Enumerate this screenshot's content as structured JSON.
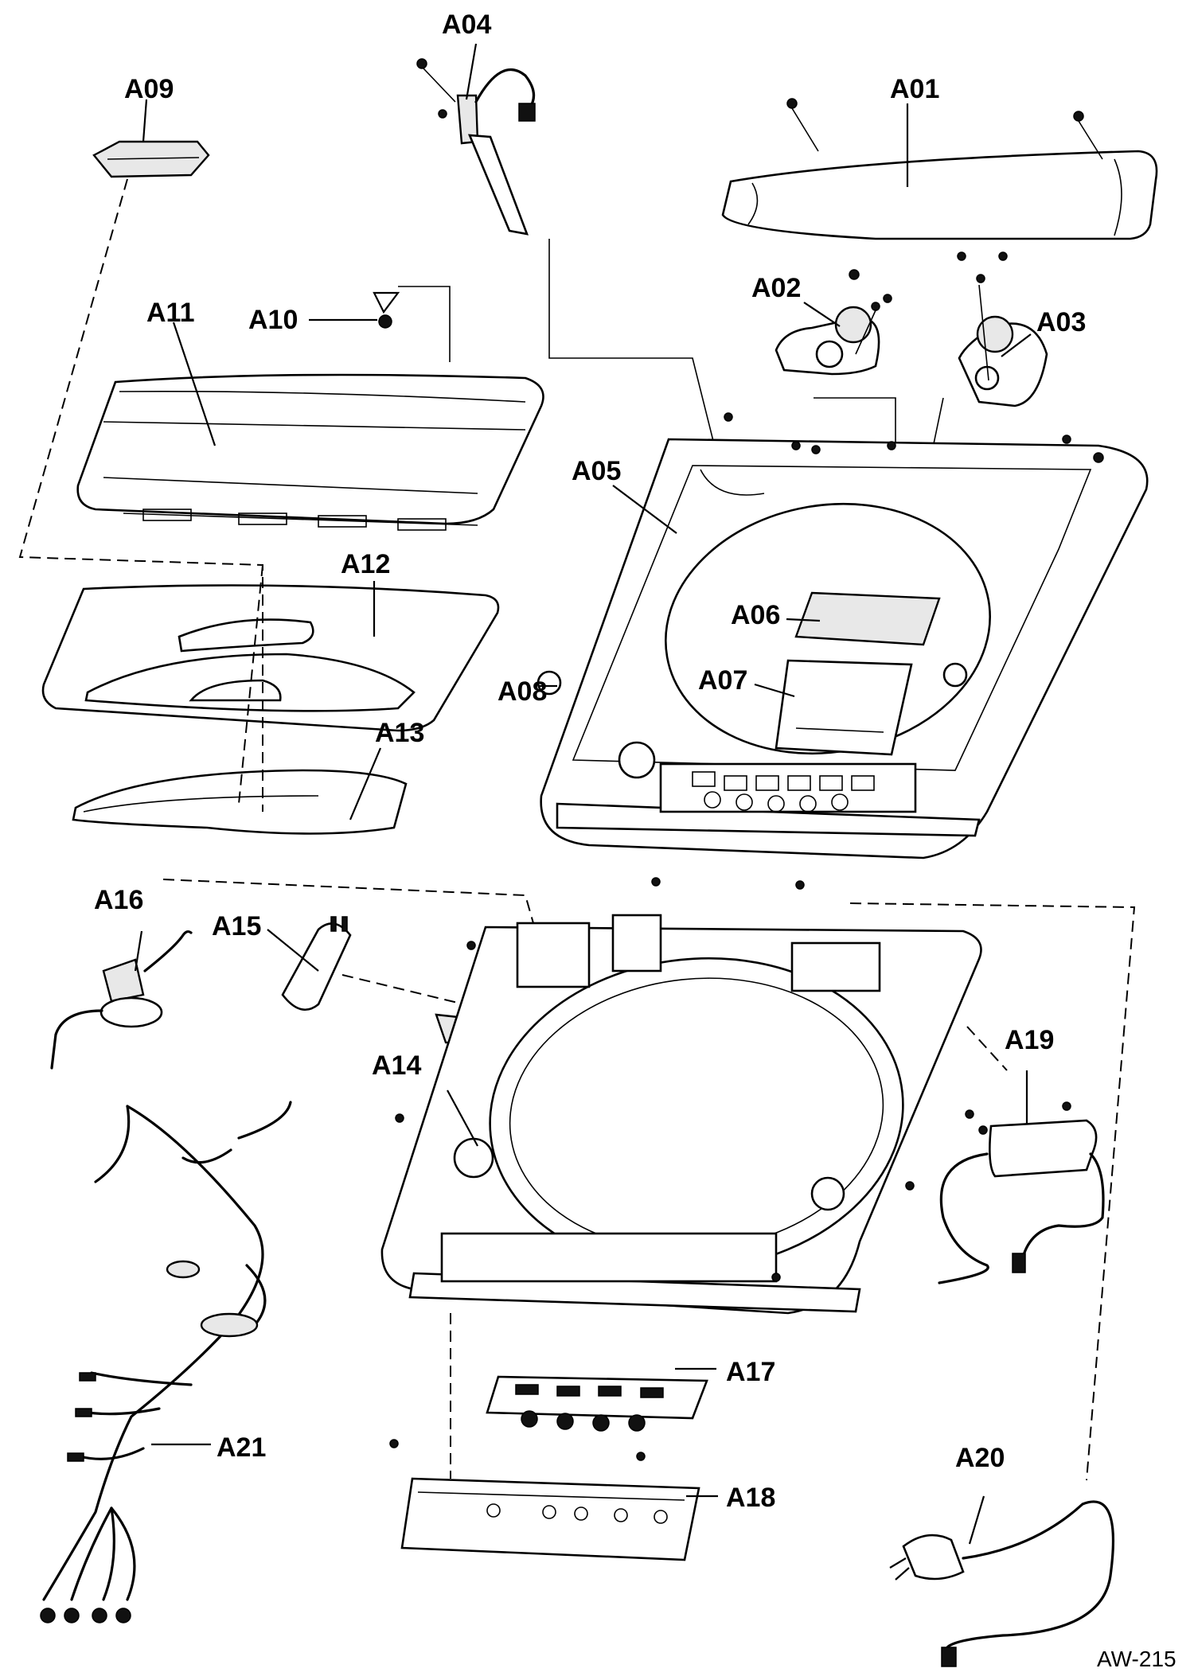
{
  "diagram": {
    "parts": [
      {
        "id": "A01",
        "label": "A01"
      },
      {
        "id": "A02",
        "label": "A02"
      },
      {
        "id": "A03",
        "label": "A03"
      },
      {
        "id": "A04",
        "label": "A04"
      },
      {
        "id": "A05",
        "label": "A05"
      },
      {
        "id": "A06",
        "label": "A06"
      },
      {
        "id": "A07",
        "label": "A07"
      },
      {
        "id": "A08",
        "label": "A08"
      },
      {
        "id": "A09",
        "label": "A09"
      },
      {
        "id": "A10",
        "label": "A10"
      },
      {
        "id": "A11",
        "label": "A11"
      },
      {
        "id": "A12",
        "label": "A12"
      },
      {
        "id": "A13",
        "label": "A13"
      },
      {
        "id": "A14",
        "label": "A14"
      },
      {
        "id": "A15",
        "label": "A15"
      },
      {
        "id": "A16",
        "label": "A16"
      },
      {
        "id": "A17",
        "label": "A17"
      },
      {
        "id": "A18",
        "label": "A18"
      },
      {
        "id": "A19",
        "label": "A19"
      },
      {
        "id": "A20",
        "label": "A20"
      },
      {
        "id": "A21",
        "label": "A21"
      }
    ],
    "drawing_code": "AW-215"
  }
}
